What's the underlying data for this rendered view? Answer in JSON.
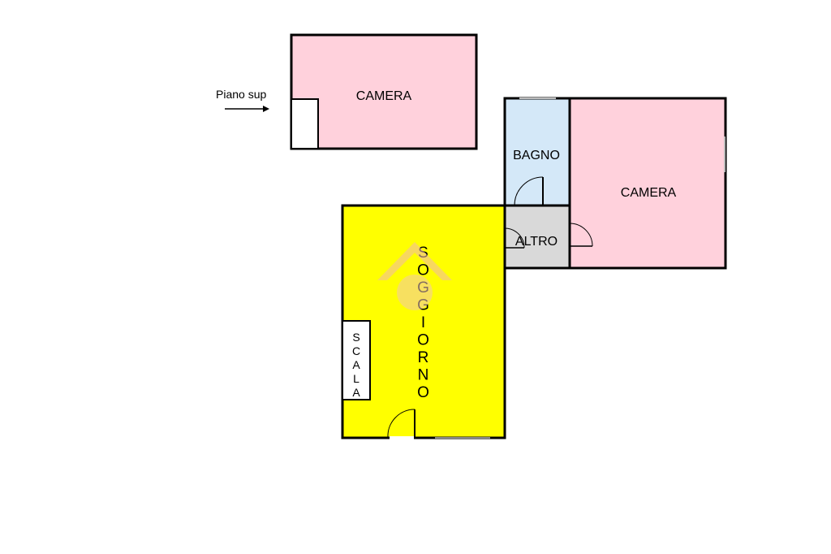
{
  "floor_plan": {
    "upper_floor_note": "Piano sup",
    "rooms": {
      "camera_upper": "CAMERA",
      "bagno": "BAGNO",
      "camera_main": "CAMERA",
      "altro": "ALTRO",
      "soggiorno": "SOGGIORNO",
      "scala": "SCALA"
    }
  },
  "colors": {
    "camera": "#ffd1dc",
    "bagno": "#d4e8f8",
    "altro": "#d9d9d9",
    "soggiorno": "#ffff00",
    "wall": "#000000",
    "watermark": "#f2b8b0"
  },
  "icons": {
    "direction": "arrow-right-icon",
    "watermark": "logo-watermark-icon"
  }
}
